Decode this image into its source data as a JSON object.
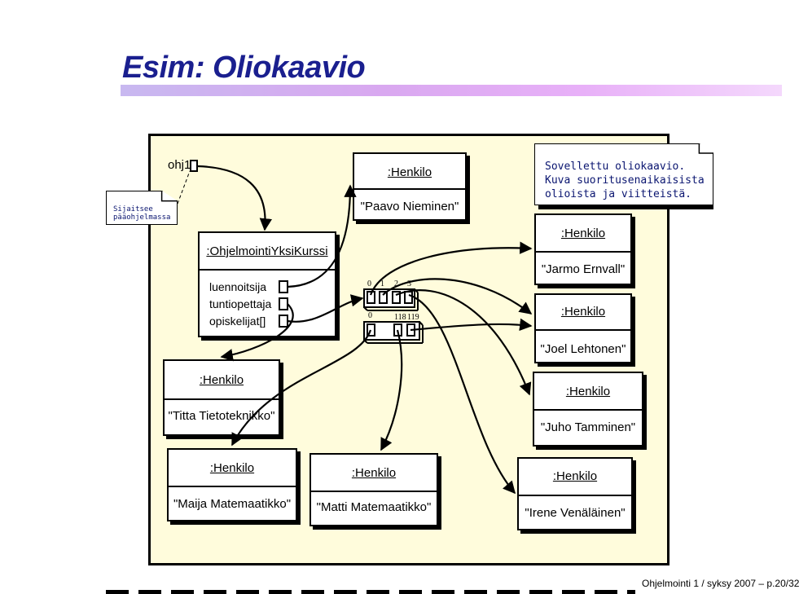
{
  "title": "Esim: Oliokaavio",
  "note_left": {
    "line1": "Sijaitsee",
    "line2": "pääohjelmassa"
  },
  "note_right": {
    "line1": "Sovellettu oliokaavio.",
    "line2": "Kuva suoritusenaikaisista",
    "line3": "olioista ja viitteistä."
  },
  "ohj1_label": "ohj1",
  "course": {
    "name": ":OhjelmointiYksiKurssi",
    "fields": [
      "luennoitsija",
      "tuntiopettaja",
      "opiskelijat[]"
    ]
  },
  "array_top_indices": [
    "0",
    "1",
    "2",
    "3"
  ],
  "array_bottom_indices": [
    "0",
    "118",
    "119"
  ],
  "array_ellipsis": "...",
  "objects": [
    {
      "name": ":Henkilo",
      "value": "\"Paavo Nieminen\""
    },
    {
      "name": ":Henkilo",
      "value": "\"Jarmo Ernvall\""
    },
    {
      "name": ":Henkilo",
      "value": "\"Joel Lehtonen\""
    },
    {
      "name": ":Henkilo",
      "value": "\"Titta Tietoteknikko\""
    },
    {
      "name": ":Henkilo",
      "value": "\"Juho Tamminen\""
    },
    {
      "name": ":Henkilo",
      "value": "\"Maija Matemaatikko\""
    },
    {
      "name": ":Henkilo",
      "value": "\"Matti Matemaatikko\""
    },
    {
      "name": ":Henkilo",
      "value": "\"Irene Venäläinen\""
    }
  ],
  "footer": "Ohjelmointi 1 / syksy 2007 – p.20/32"
}
